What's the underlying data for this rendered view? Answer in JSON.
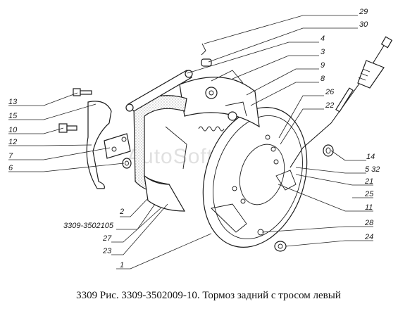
{
  "caption": "3309 Рис. 3309-3502009-10. Тормоз задний с тросом левый",
  "watermark": "AutoSoft",
  "labels": {
    "l29": "29",
    "l30": "30",
    "l4": "4",
    "l3": "3",
    "l9": "9",
    "l8": "8",
    "l26": "26",
    "l22": "22",
    "l13": "13",
    "l15": "15",
    "l10": "10",
    "l12": "12",
    "l7": "7",
    "l6": "6",
    "l14": "14",
    "l5_32": "5  32",
    "l21": "21",
    "l25": "25",
    "l11": "11",
    "l28": "28",
    "l24": "24",
    "l2": "2",
    "l3309": "3309-3502105",
    "l27": "27",
    "l23": "23",
    "l1": "1"
  }
}
